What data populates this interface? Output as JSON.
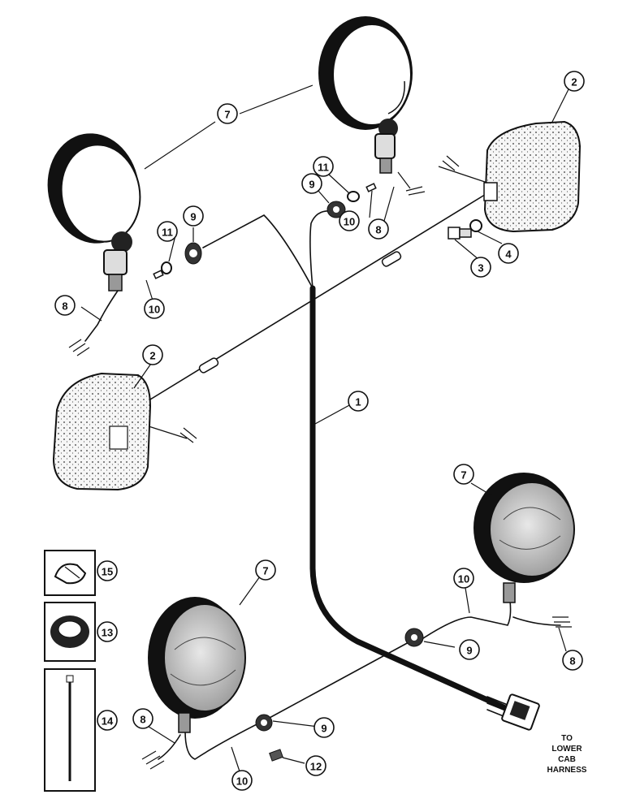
{
  "diagram": {
    "callouts": [
      {
        "id": "c-7-top",
        "label": "7"
      },
      {
        "id": "c-2-top",
        "label": "2"
      },
      {
        "id": "c-11-a",
        "label": "11"
      },
      {
        "id": "c-9-a",
        "label": "9"
      },
      {
        "id": "c-11-b",
        "label": "11"
      },
      {
        "id": "c-9-b",
        "label": "9"
      },
      {
        "id": "c-10-a",
        "label": "10"
      },
      {
        "id": "c-8-a",
        "label": "8"
      },
      {
        "id": "c-3",
        "label": "3"
      },
      {
        "id": "c-4",
        "label": "4"
      },
      {
        "id": "c-8-b",
        "label": "8"
      },
      {
        "id": "c-10-b",
        "label": "10"
      },
      {
        "id": "c-2-mid",
        "label": "2"
      },
      {
        "id": "c-1",
        "label": "1"
      },
      {
        "id": "c-7-right",
        "label": "7"
      },
      {
        "id": "c-15",
        "label": "15"
      },
      {
        "id": "c-7-left",
        "label": "7"
      },
      {
        "id": "c-10-c",
        "label": "10"
      },
      {
        "id": "c-13",
        "label": "13"
      },
      {
        "id": "c-9-c",
        "label": "9"
      },
      {
        "id": "c-8-c",
        "label": "8"
      },
      {
        "id": "c-14",
        "label": "14"
      },
      {
        "id": "c-8-d",
        "label": "8"
      },
      {
        "id": "c-9-d",
        "label": "9"
      },
      {
        "id": "c-12",
        "label": "12"
      },
      {
        "id": "c-10-d",
        "label": "10"
      }
    ],
    "note": {
      "lines": [
        "TO",
        "LOWER",
        "CAB",
        "HARNESS"
      ]
    }
  }
}
